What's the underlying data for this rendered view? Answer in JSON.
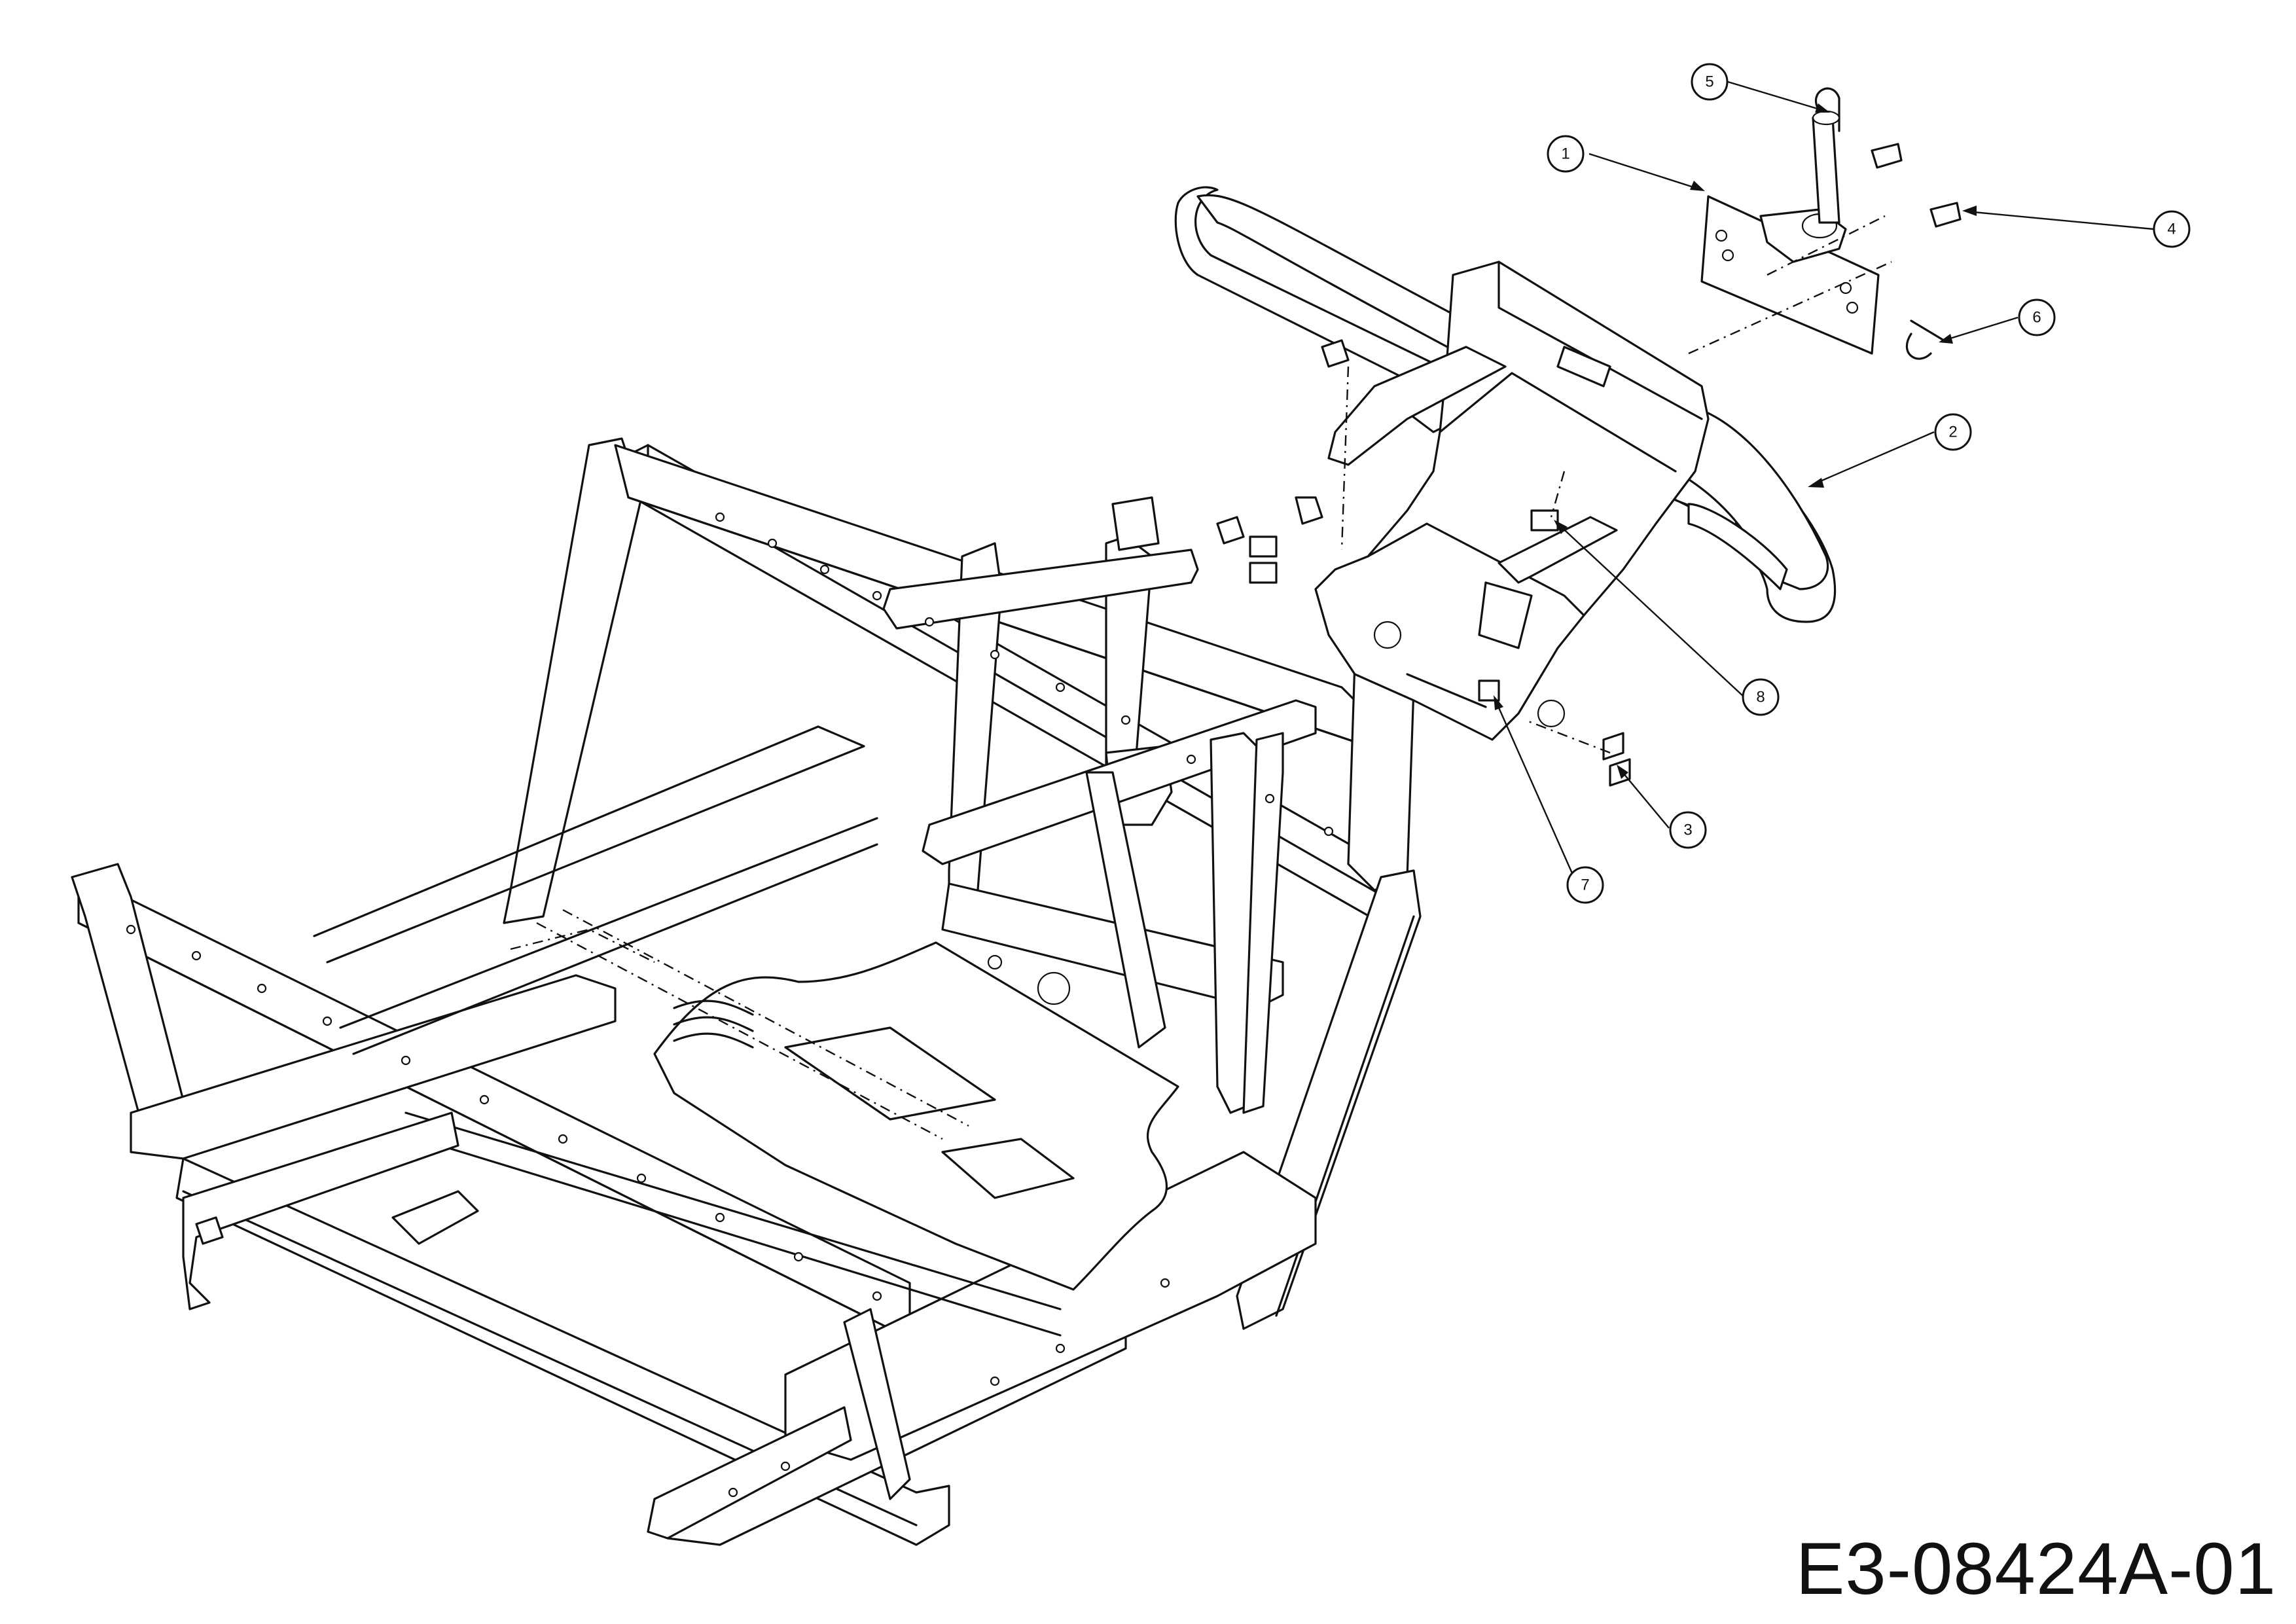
{
  "drawing_number": "E3-08424A-01",
  "callouts": [
    {
      "label": "1"
    },
    {
      "label": "2"
    },
    {
      "label": "3"
    },
    {
      "label": "4"
    },
    {
      "label": "5"
    },
    {
      "label": "6"
    },
    {
      "label": "7"
    },
    {
      "label": "8"
    }
  ]
}
